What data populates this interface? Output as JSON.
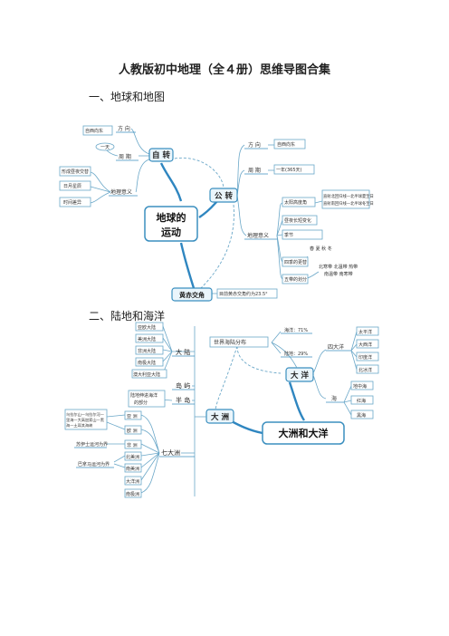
{
  "doc": {
    "title": "人教版初中地理（全４册）思维导图合集",
    "section1": "一、地球和地图",
    "section2": "二、陆地和海洋"
  },
  "map1": {
    "hub": [
      "地球的",
      "运动"
    ],
    "rotation": {
      "label": "自 转",
      "direction": "方 向",
      "direction_value": "自西向东",
      "period": "周 期",
      "period_value": "一天",
      "meaning": "地理意义",
      "meaning_items": [
        "形成昼夜交替",
        "日月星辰",
        "时间差异"
      ]
    },
    "revolution": {
      "label": "公 转",
      "direction": "方 向",
      "direction_value": "自西向东",
      "period": "周 期",
      "period_value": "一年(365天)",
      "meaning": "地理意义",
      "meaning_items": [
        "太阳高度角",
        "昼夜长短变化",
        "季节",
        "四季的更替",
        "五带的划分"
      ],
      "sun_note": [
        "直射北回归线—北半球夏至日",
        "直射南回归线—北半球冬至日"
      ],
      "seasons": "春 夏 秋 冬",
      "zones": [
        "北寒带 北温带 热带",
        "南温带 南寒带"
      ]
    },
    "bottom": "黄赤交角",
    "bottom_value": "目前黄赤交角约为23.5°"
  },
  "map2": {
    "hub": "大洲和大洋",
    "ocean": {
      "label": "大 洋",
      "distribution": "世界海陆分布",
      "sea": "海洋：71%",
      "land": "陆地：29%",
      "four_oceans": "四大洋",
      "four_oceans_items": [
        "太平洋",
        "大西洋",
        "印度洋",
        "北冰洋"
      ],
      "sea_label": "海",
      "sea_items": [
        "地中海",
        "红海",
        "黑海"
      ]
    },
    "continent": {
      "label": "大 洲",
      "mainland": "大 陆",
      "mainland_items": [
        "亚欧大陆",
        "美洲大陆",
        "非洲大陆",
        "南极大陆",
        "澳大利亚大陆"
      ],
      "island": "岛 屿",
      "peninsula": "半 岛",
      "peninsula_note": [
        "陆地伸进海洋",
        "的部分"
      ],
      "seven": "七大洲",
      "asia": "亚 洲",
      "europe": "欧 洲",
      "africa": "非 洲",
      "na": "北美洲",
      "sa": "南美洲",
      "oceania": "大洋洲",
      "antarctica": "南极洲",
      "asia_note": [
        "乌拉尔山—乌拉尔河—",
        "里海—大高加索山—黑",
        "海—土耳其海峡"
      ],
      "africa_note": "苏伊士运河为界",
      "america_note": "巴拿马运河为界"
    }
  }
}
